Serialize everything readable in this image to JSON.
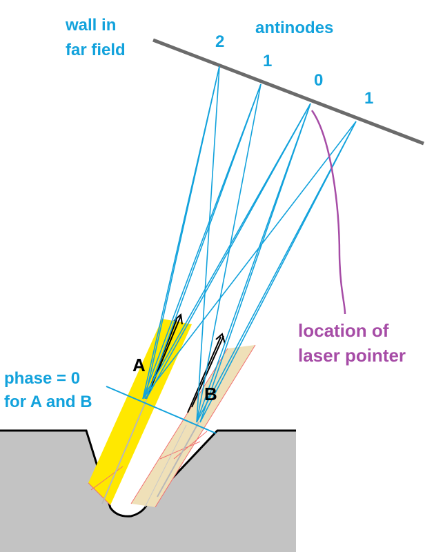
{
  "labels": {
    "wall_line1": "wall in",
    "wall_line2": "far field",
    "antinodes": "antinodes",
    "antinode_2": "2",
    "antinode_1_left": "1",
    "antinode_0": "0",
    "antinode_1_right": "1",
    "laser_line1": "location of",
    "laser_line2": "laser pointer",
    "phase_line1": "phase = 0",
    "phase_line2": "for A and B",
    "source_a": "A",
    "source_b": "B"
  },
  "colors": {
    "ray": "#12a2dc",
    "label_blue": "#12a2dc",
    "laser_label": "#a64ca6",
    "wall": "#6b6b6b",
    "ground": "#c3c3c3",
    "slit_a": "#ffe800",
    "slit_b": "#efe0b8",
    "slit_edge": "#f07070"
  }
}
